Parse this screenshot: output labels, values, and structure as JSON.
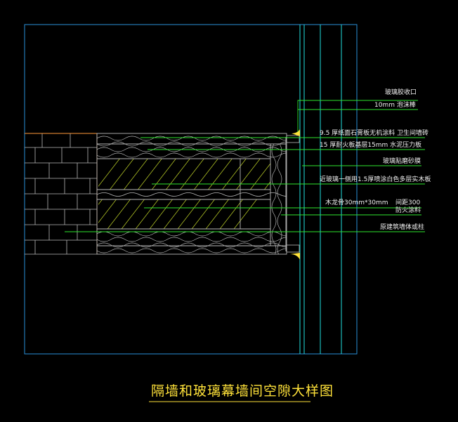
{
  "drawing": {
    "title": "隔墙和玻璃幕墙间空隙大样图",
    "colors": {
      "background": "#000000",
      "frame": "#2a8fd8",
      "cyan": "#22e0e0",
      "leader": "#2ee62e",
      "hatch": "#c8dc2a",
      "wood": "#b8b8b8",
      "brick": "#b8b8b8",
      "brick_edge": "#ff9a3a",
      "sealant": "#ffe23a",
      "text": "#f2f2f2",
      "title": "#ffe23a"
    },
    "annotations": [
      {
        "id": "glass-sealant",
        "text": "玻璃胶收口"
      },
      {
        "id": "foam-rod",
        "text": "10mm  泡沫棒"
      },
      {
        "id": "gypsum-board",
        "text": "9.5 厚纸面石膏板无机涂料 卫生间墙砖"
      },
      {
        "id": "fire-board",
        "text": "15 厚耐火板基层15mm   水泥压力板"
      },
      {
        "id": "glass-sand-film",
        "text": "玻璃贴磨砂膜"
      },
      {
        "id": "steel-plate",
        "text": "近玻璃一侧用1.5厚喷涂白色多层实木板"
      },
      {
        "id": "wood-keel",
        "text": "木龙骨30mm*30mm"
      },
      {
        "id": "spacing",
        "text": "间距300"
      },
      {
        "id": "fire-paint",
        "text": "防火涂料"
      },
      {
        "id": "masonry",
        "text": "原建筑墙体或柱"
      }
    ]
  }
}
